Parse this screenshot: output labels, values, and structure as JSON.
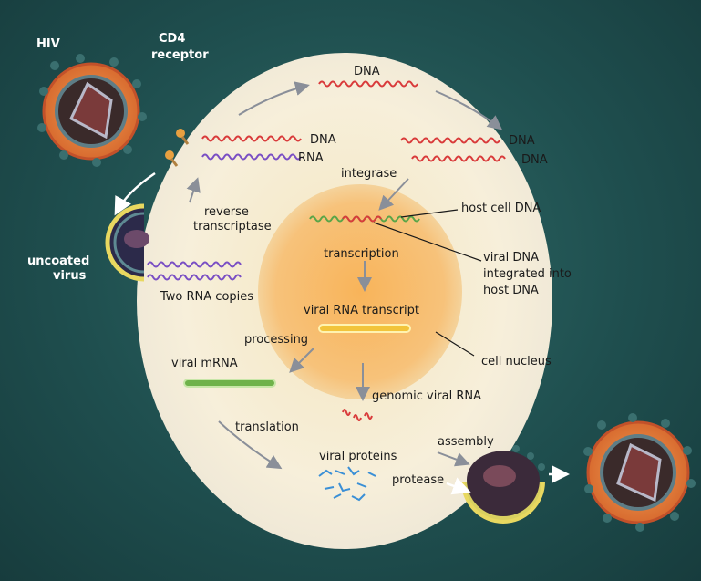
{
  "labels": {
    "hiv": "HIV",
    "cd4_line1": "CD4",
    "cd4_line2": "receptor",
    "dna_top": "DNA",
    "dna_left": "DNA",
    "rna_left": "RNA",
    "dna_right1": "DNA",
    "dna_right2": "DNA",
    "integrase": "integrase",
    "host_cell_dna": "host cell DNA",
    "reverse_line1": "reverse",
    "reverse_line2": "transcriptase",
    "uncoated_line1": "uncoated",
    "uncoated_line2": "virus",
    "two_rna_copies": "Two RNA copies",
    "transcription": "transcription",
    "viral_dna_line1": "viral DNA",
    "viral_dna_line2": "integrated into",
    "viral_dna_line3": "host DNA",
    "viral_rna_transcript": "viral RNA transcript",
    "processing": "processing",
    "viral_mrna": "viral mRNA",
    "cell_nucleus": "cell nucleus",
    "genomic_viral_rna": "genomic viral RNA",
    "translation": "translation",
    "assembly": "assembly",
    "viral_proteins": "viral proteins",
    "protease": "protease"
  },
  "colors": {
    "background": "#1f4f4f",
    "cell": "#f6f0dc",
    "nucleus": "#f6b25c",
    "dna": "#d93b3b",
    "rna": "#7a4fc4",
    "host_dna": "#5aa548",
    "mrna": "#6fb24a",
    "transcript": "#f2c43a",
    "protein": "#3a8fd6",
    "virus_ring": "#e07a40",
    "arrow": "#8a8f99"
  }
}
